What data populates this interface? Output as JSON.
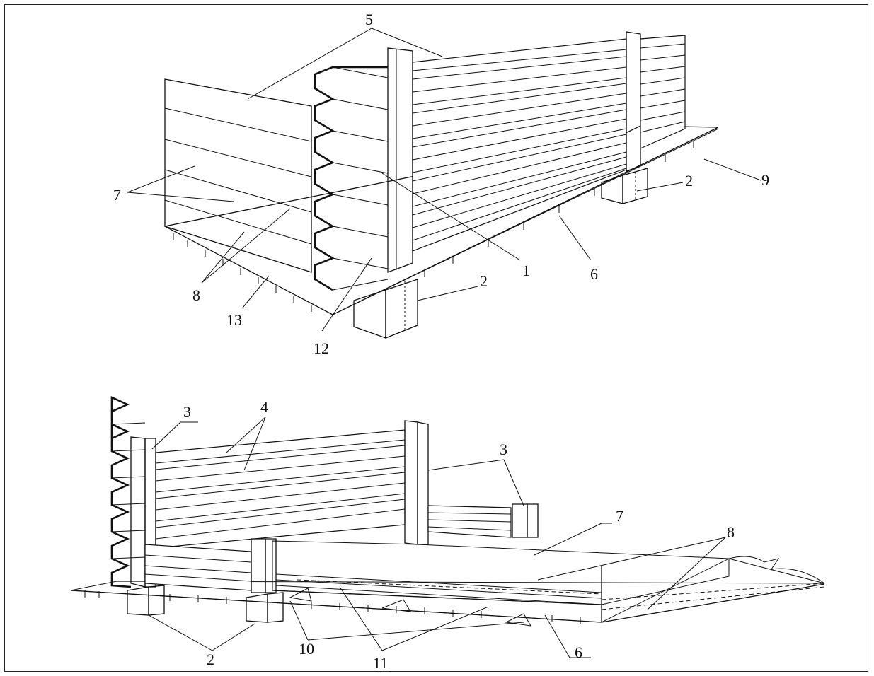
{
  "figure": {
    "top_view": {
      "labels": [
        "5",
        "7",
        "8",
        "13",
        "12",
        "2",
        "1",
        "6",
        "2",
        "9"
      ]
    },
    "bottom_view": {
      "labels": [
        "3",
        "4",
        "3",
        "7",
        "8",
        "2",
        "10",
        "11",
        "6"
      ]
    }
  }
}
